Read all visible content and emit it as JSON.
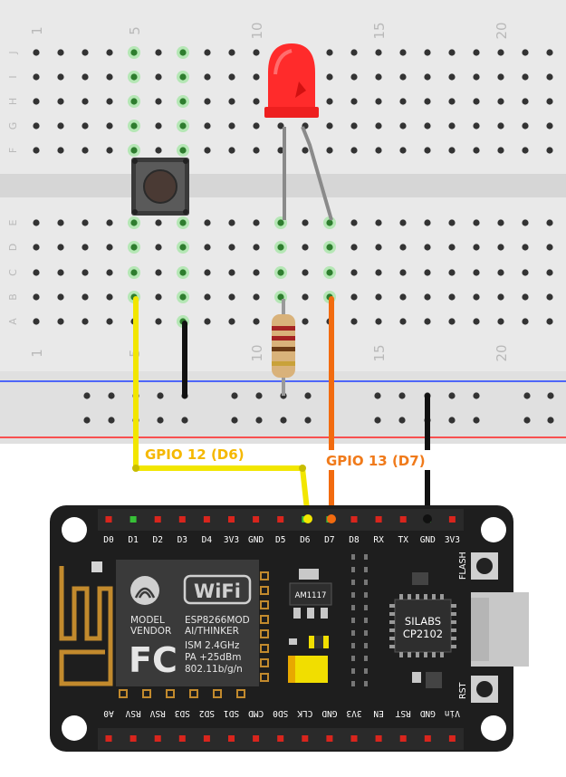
{
  "breadboard": {
    "column_numbers_top": [
      "1",
      "5",
      "10",
      "15",
      "20"
    ],
    "column_numbers_bottom": [
      "1",
      "5",
      "10",
      "15",
      "20"
    ],
    "row_letters_top": [
      "J",
      "I",
      "H",
      "G",
      "F"
    ],
    "row_letters_bottom": [
      "E",
      "D",
      "C",
      "B",
      "A"
    ]
  },
  "wires": {
    "gpio12_label": "GPIO 12 (D6)",
    "gpio13_label": "GPIO 13 (D7)",
    "gpio12_color": "#f2e600",
    "gpio13_color": "#f26b0f",
    "gpio12_label_color": "#f5b800",
    "gpio13_label_color": "#f07a1a",
    "ground_color": "#111111"
  },
  "board": {
    "top_pins": [
      "D0",
      "D1",
      "D2",
      "D3",
      "D4",
      "3V3",
      "GND",
      "D5",
      "D6",
      "D7",
      "D8",
      "RX",
      "TX",
      "GND",
      "3V3"
    ],
    "bottom_pins": [
      "A0",
      "RSV",
      "RSV",
      "SD3",
      "SD2",
      "SD1",
      "CMD",
      "SD0",
      "CLK",
      "GND",
      "3V3",
      "EN",
      "RST",
      "GND",
      "Vin"
    ],
    "module_text": {
      "model": "MODEL",
      "vendor": "VENDOR",
      "model_value": "ESP8266MOD",
      "vendor_value": "AI/THINKER",
      "ism": "ISM 2.4GHz",
      "pa": "PA +25dBm",
      "std": "802.11b/g/n",
      "wifi": "WiFi",
      "fcc": "FC"
    },
    "regulator": "AM1117",
    "usb_chip_line1": "SILABS",
    "usb_chip_line2": "CP2102",
    "flash_button": "FLASH",
    "rst_button": "RST"
  },
  "colors": {
    "board": "#1e1e1e",
    "breadboard": "#e6e6e6",
    "led": "#ff2b2b",
    "active_hole": "#37c037"
  }
}
